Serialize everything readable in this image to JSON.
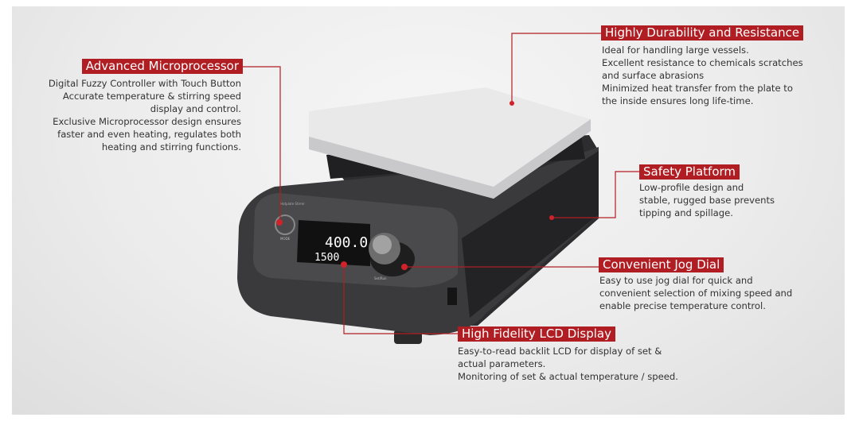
{
  "accent_color": "#b01e23",
  "device": {
    "panel_brand": "Hotplate Stirrer",
    "mode_label": "MODE",
    "knob_label": "Set/Run",
    "temperature": "400.0",
    "speed": "1500"
  },
  "callouts": [
    {
      "title": "Advanced Microprocessor",
      "lines": [
        "Digital Fuzzy Controller with Touch Button",
        "Accurate temperature & stirring speed",
        "display and control.",
        "Exclusive Microprocessor design ensures",
        "faster and even heating, regulates both",
        "heating and stirring functions."
      ]
    },
    {
      "title": "Highly Durability and Resistance",
      "lines": [
        "Ideal for handling large vessels.",
        "Excellent resistance to chemicals scratches",
        "and surface abrasions",
        "Minimized heat transfer from the plate to",
        "the inside ensures long life-time."
      ]
    },
    {
      "title": "Safety Platform",
      "lines": [
        "Low-profile design and",
        "stable, rugged base prevents",
        "tipping and spillage."
      ]
    },
    {
      "title": "Convenient Jog Dial",
      "lines": [
        "Easy to use jog dial for quick and",
        "convenient selection of mixing speed and",
        "enable precise temperature control."
      ]
    },
    {
      "title": "High Fidelity LCD Display",
      "lines": [
        "Easy-to-read backlit LCD for display of set &",
        "actual parameters.",
        "Monitoring of set & actual temperature / speed."
      ]
    }
  ]
}
